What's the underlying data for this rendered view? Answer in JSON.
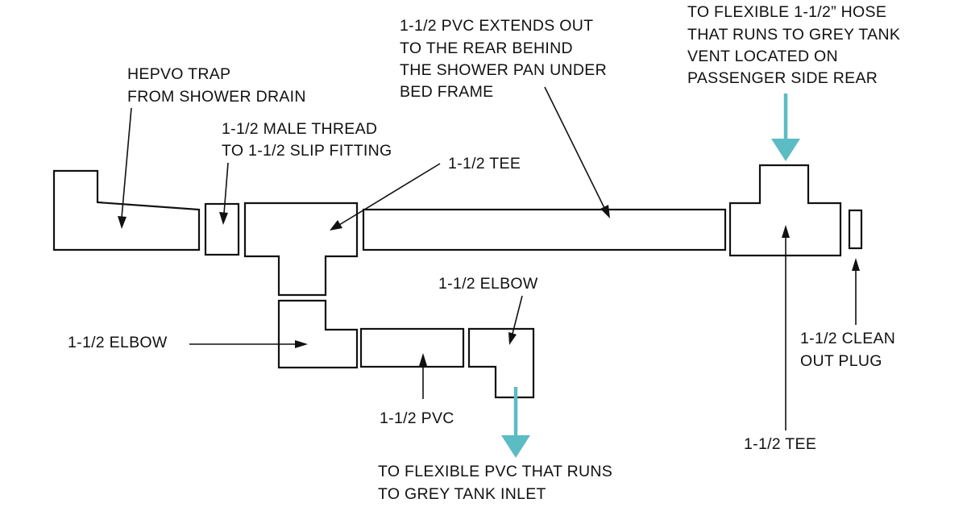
{
  "labels": {
    "hepvo_trap": [
      "HEPVO TRAP",
      "FROM SHOWER DRAIN"
    ],
    "male_thread": [
      "1-1/2 MALE THREAD",
      "TO 1-1/2 SLIP FITTING"
    ],
    "tee_left": "1-1/2 TEE",
    "pvc_rear": [
      "1-1/2 PVC EXTENDS OUT",
      "TO THE REAR BEHIND",
      "THE SHOWER PAN UNDER",
      "BED FRAME"
    ],
    "hose_vent": [
      "TO FLEXIBLE 1-1/2” HOSE",
      "THAT RUNS TO GREY TANK",
      "VENT LOCATED ON",
      "PASSENGER SIDE REAR"
    ],
    "elbow_left": "1-1/2 ELBOW",
    "elbow_right": "1-1/2 ELBOW",
    "pvc_short": "1-1/2 PVC",
    "clean_out": [
      "1-1/2 CLEAN",
      "OUT PLUG"
    ],
    "tee_right": "1-1/2 TEE",
    "grey_inlet": [
      "TO FLEXIBLE PVC THAT RUNS",
      "TO GREY TANK INLET"
    ]
  },
  "colors": {
    "line": "#111111",
    "flow_arrow": "#5bbcc4",
    "background": "#ffffff"
  }
}
